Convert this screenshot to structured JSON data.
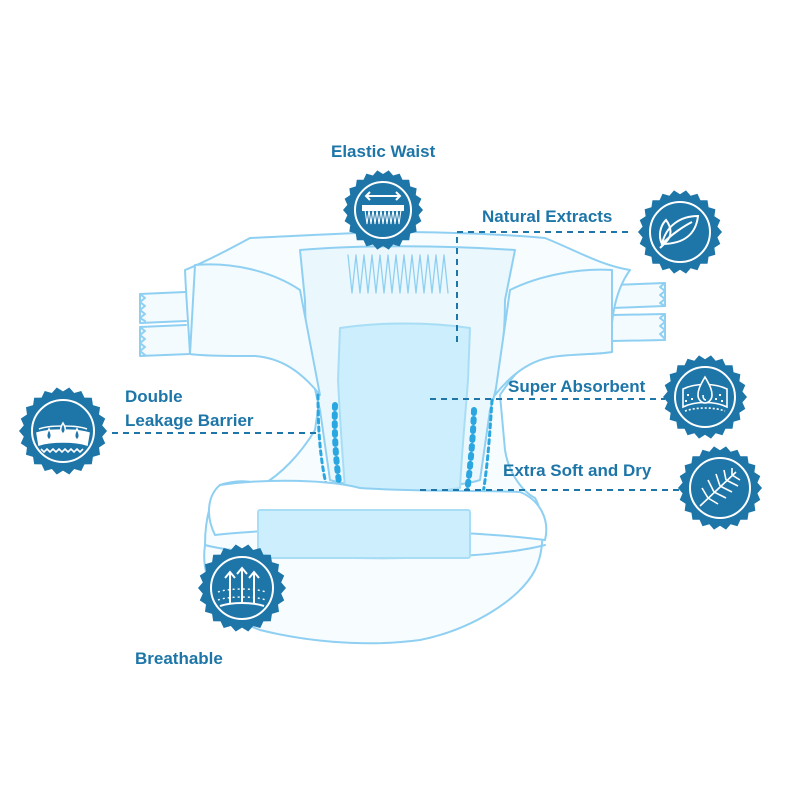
{
  "colors": {
    "primary": "#1d75a8",
    "diaper_outline": "#8fd0f2",
    "diaper_fill": "#eaf7fd",
    "pad_fill": "#cdeefc",
    "accent": "#2aa7e0"
  },
  "features": [
    {
      "id": "elastic-waist",
      "label": "Elastic Waist",
      "icon": "elastic-waist-icon"
    },
    {
      "id": "natural-extracts",
      "label": "Natural Extracts",
      "icon": "leaf-icon"
    },
    {
      "id": "super-absorbent",
      "label": "Super Absorbent",
      "icon": "absorbent-layer-icon"
    },
    {
      "id": "extra-soft-dry",
      "label": "Extra Soft and Dry",
      "icon": "feather-icon"
    },
    {
      "id": "double-leakage-barrier",
      "label_line1": "Double",
      "label_line2": "Leakage Barrier",
      "icon": "leakage-barrier-icon"
    },
    {
      "id": "breathable",
      "label": "Breathable",
      "icon": "breathable-arrows-icon"
    }
  ]
}
